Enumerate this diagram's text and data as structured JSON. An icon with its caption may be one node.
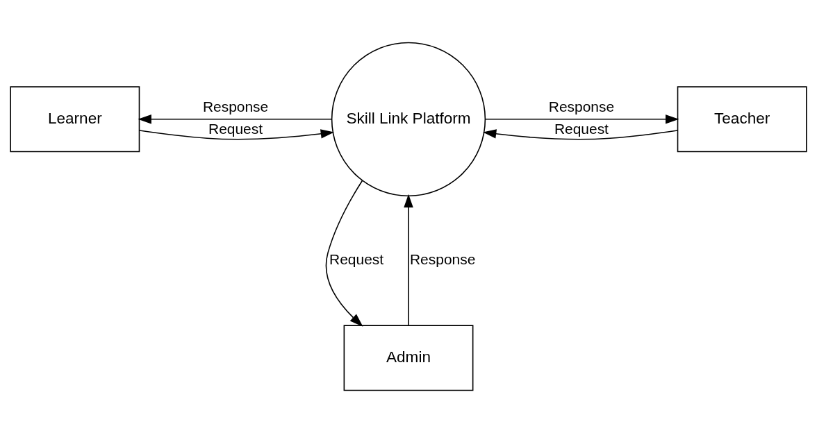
{
  "diagram": {
    "nodes": [
      {
        "text": [
          "Learner"
        ]
      },
      {
        "text": [
          "Skill Link Platform"
        ]
      },
      {
        "text": [
          "Teacher"
        ]
      },
      {
        "text": [
          "Admin"
        ]
      }
    ],
    "edges": [
      {
        "from": 0,
        "to": 1,
        "arrow": "to",
        "label": "Request"
      },
      {
        "from": 1,
        "to": 0,
        "arrow": "to",
        "label": "Response"
      },
      {
        "from": 1,
        "to": 2,
        "arrow": "to",
        "label": "Response"
      },
      {
        "from": 2,
        "to": 1,
        "arrow": "to",
        "label": "Request"
      },
      {
        "from": 3,
        "to": 1,
        "arrow": "to",
        "label": "Response"
      },
      {
        "from": 1,
        "to": 3,
        "arrow": "to",
        "label": "Request"
      }
    ]
  }
}
